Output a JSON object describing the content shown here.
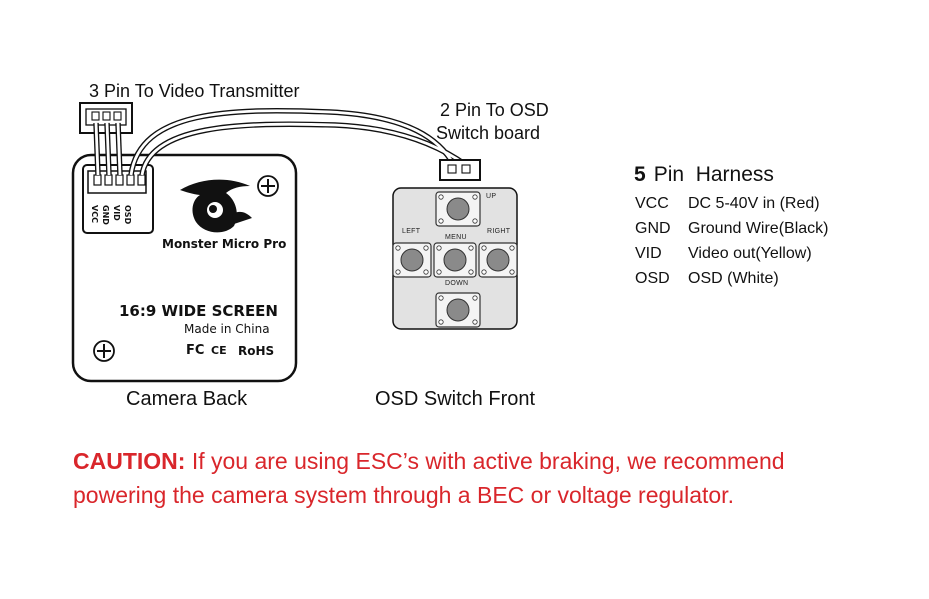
{
  "callouts": {
    "video_tx": "3 Pin To Video Transmitter",
    "osd_line1": "2 Pin To OSD",
    "osd_line2": "Switch board"
  },
  "camera": {
    "brand": "Monster Micro Pro",
    "screen": "16:9 WIDE SCREEN",
    "origin": "Made in China",
    "cert_fc": "FC",
    "cert_ce": "CE",
    "cert_rohs": "RoHS",
    "pins": [
      "VCC",
      "GND",
      "VID",
      "OSD"
    ],
    "caption": "Camera Back"
  },
  "osd_switch": {
    "buttons": {
      "up": "UP",
      "left": "LEFT",
      "menu": "MENU",
      "right": "RIGHT",
      "down": "DOWN"
    },
    "caption": "OSD Switch Front"
  },
  "harness": {
    "count": "5",
    "title": "Pin  Harness",
    "pins": [
      {
        "code": "VCC",
        "desc": "DC 5-40V in (Red)"
      },
      {
        "code": "GND",
        "desc": "Ground Wire(Black)"
      },
      {
        "code": "VID",
        "desc": "Video out(Yellow)"
      },
      {
        "code": "OSD",
        "desc": "OSD (White)"
      }
    ]
  },
  "caution": {
    "label": "CAUTION:",
    "line1": "If you are using ESC’s with active braking, we recommend",
    "line2": "powering the camera system through a BEC or voltage regulator."
  },
  "colors": {
    "caution": "#d9262b",
    "board": "#e2e2e2",
    "outline": "#111111"
  }
}
